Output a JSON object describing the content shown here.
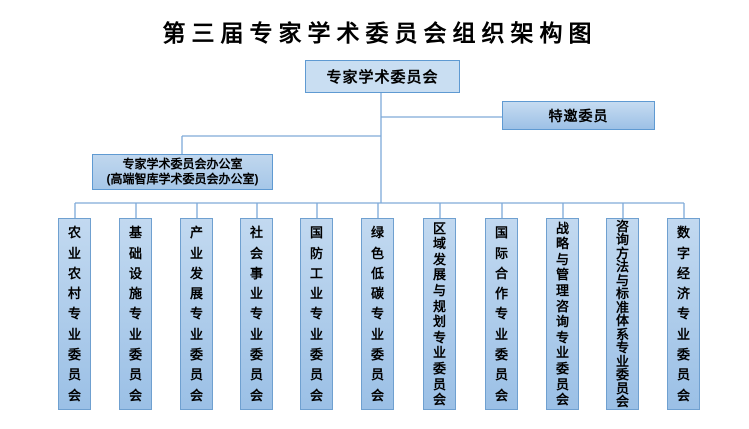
{
  "title": "第三届专家学术委员会组织架构图",
  "root": {
    "label": "专家学术委员会"
  },
  "invited": {
    "label": "特邀委员"
  },
  "office": {
    "line1": "专家学术委员会办公室",
    "line2": "(高端智库学术委员会办公室)"
  },
  "committees": [
    {
      "name": "农业农村专业委员会"
    },
    {
      "name": "基础设施专业委员会"
    },
    {
      "name": "产业发展专业委员会"
    },
    {
      "name": "社会事业专业委员会"
    },
    {
      "name": "国防工业专业委员会"
    },
    {
      "name": "绿色低碳专业委员会"
    },
    {
      "name": "区域发展与规划专业委员会"
    },
    {
      "name": "国际合作专业委员会"
    },
    {
      "name": "战略与管理咨询专业委员会"
    },
    {
      "name": "咨询方法与标准体系专业委员会"
    },
    {
      "name": "数字经济专业委员会"
    }
  ],
  "colors": {
    "line": "#7da9d8",
    "border": "#5f9ad2",
    "fill_light": "#c9def2",
    "fill_gradient_top": "#c2d9f0",
    "fill_gradient_bottom": "#9bc0e6",
    "text": "#000000"
  }
}
